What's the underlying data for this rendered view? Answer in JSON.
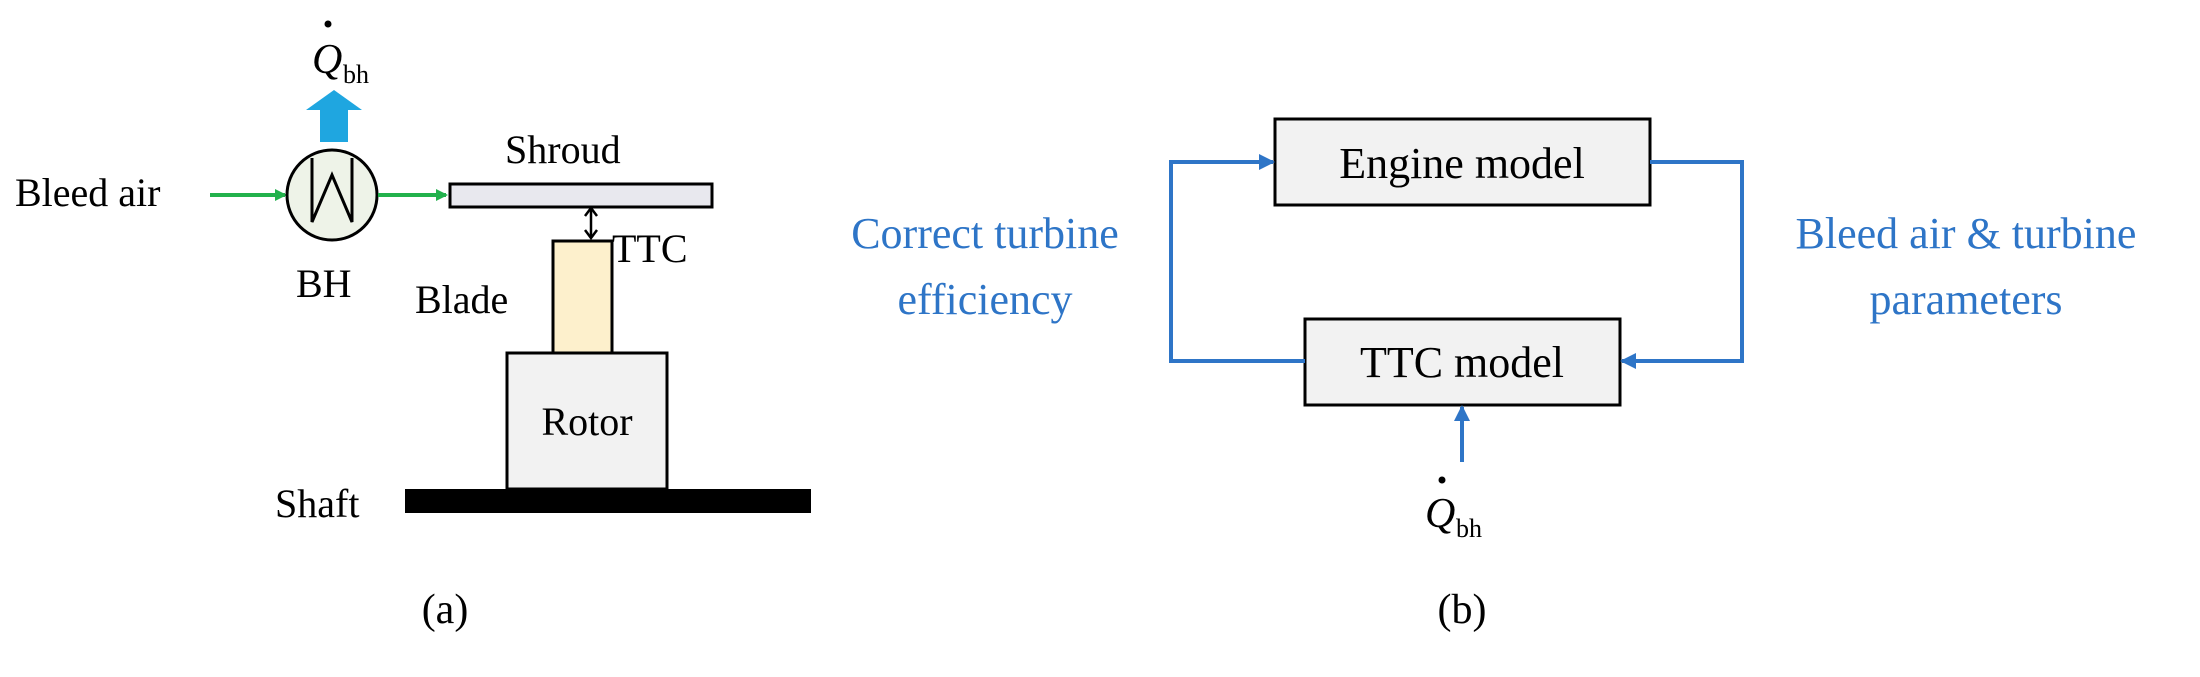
{
  "panel_a": {
    "caption": "(a)",
    "labels": {
      "bleed_air": "Bleed air",
      "bh": "BH",
      "shroud": "Shroud",
      "ttc": "TTC",
      "blade": "Blade",
      "rotor": "Rotor",
      "shaft": "Shaft"
    },
    "heat_symbol": {
      "main": "Q",
      "sub": "bh"
    }
  },
  "panel_b": {
    "caption": "(b)",
    "boxes": {
      "engine": "Engine model",
      "ttc": "TTC model"
    },
    "labels": {
      "left_line1": "Correct turbine",
      "left_line2": "efficiency",
      "right_line1": "Bleed air & turbine",
      "right_line2": "parameters"
    },
    "heat_symbol": {
      "main": "Q",
      "sub": "bh"
    }
  },
  "colors": {
    "green_arrow": "#22b14c",
    "blue_flow": "#2e75c7",
    "heat_arrow": "#1fa6e0",
    "box_fill": "#f2f2f2",
    "blade_fill": "#fdf0cc",
    "shroud_fill": "#e8e8ee",
    "black": "#000000"
  }
}
